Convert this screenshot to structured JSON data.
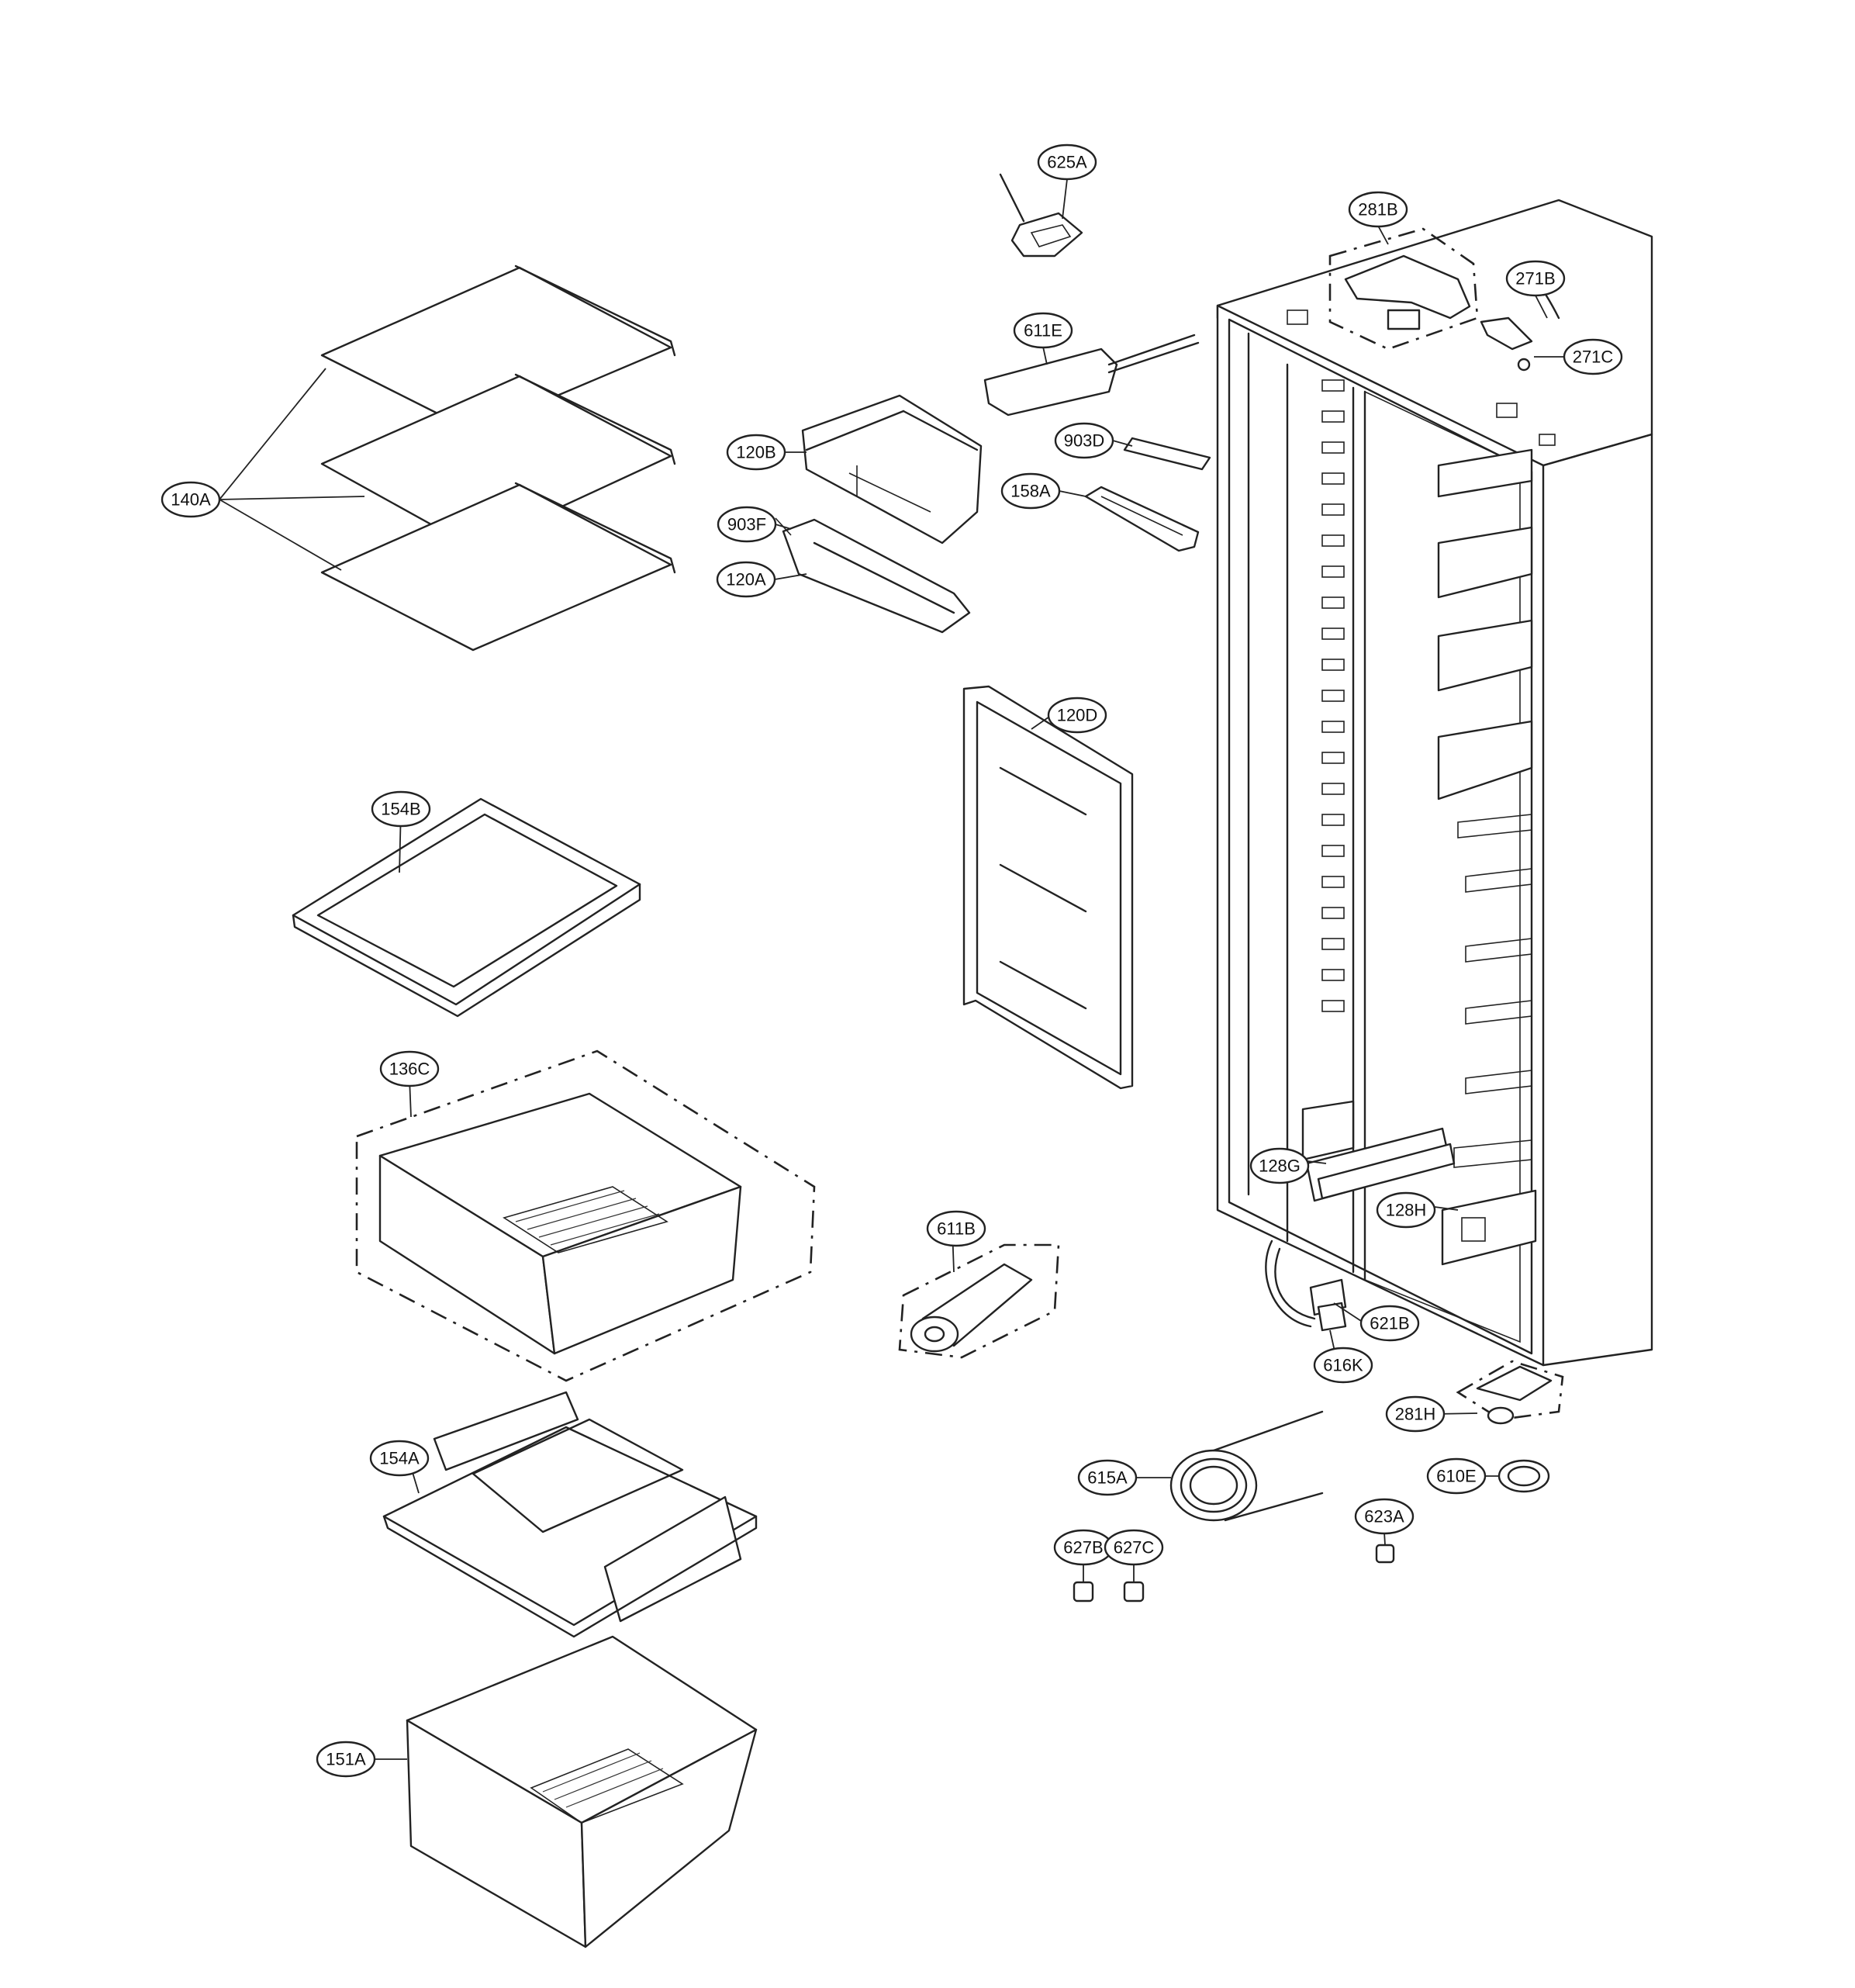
{
  "diagram": {
    "callouts": [
      {
        "id": "625A",
        "label": "625A"
      },
      {
        "id": "281B",
        "label": "281B"
      },
      {
        "id": "271B",
        "label": "271B"
      },
      {
        "id": "271C",
        "label": "271C"
      },
      {
        "id": "611E",
        "label": "611E"
      },
      {
        "id": "903D",
        "label": "903D"
      },
      {
        "id": "120B",
        "label": "120B"
      },
      {
        "id": "158A",
        "label": "158A"
      },
      {
        "id": "903F",
        "label": "903F"
      },
      {
        "id": "120A",
        "label": "120A"
      },
      {
        "id": "140A",
        "label": "140A"
      },
      {
        "id": "120D",
        "label": "120D"
      },
      {
        "id": "154B",
        "label": "154B"
      },
      {
        "id": "136C",
        "label": "136C"
      },
      {
        "id": "128G",
        "label": "128G"
      },
      {
        "id": "128H",
        "label": "128H"
      },
      {
        "id": "611B",
        "label": "611B"
      },
      {
        "id": "621B",
        "label": "621B"
      },
      {
        "id": "616K",
        "label": "616K"
      },
      {
        "id": "281H",
        "label": "281H"
      },
      {
        "id": "154A",
        "label": "154A"
      },
      {
        "id": "615A",
        "label": "615A"
      },
      {
        "id": "610E",
        "label": "610E"
      },
      {
        "id": "623A",
        "label": "623A"
      },
      {
        "id": "627B",
        "label": "627B"
      },
      {
        "id": "627C",
        "label": "627C"
      },
      {
        "id": "151A",
        "label": "151A"
      }
    ]
  }
}
